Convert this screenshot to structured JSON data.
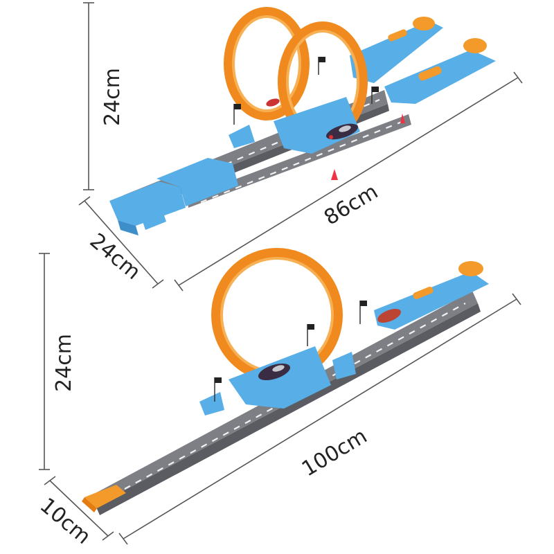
{
  "top_set": {
    "height_label": "24cm",
    "length_label": "86cm",
    "width_label": "24cm"
  },
  "bottom_set": {
    "height_label": "24cm",
    "length_label": "100cm",
    "width_label": "10cm"
  },
  "colors": {
    "track_blue": "#58aee6",
    "loop_orange": "#f08a1e",
    "road_grey": "#7d7f84",
    "dimension_line": "#555555"
  }
}
